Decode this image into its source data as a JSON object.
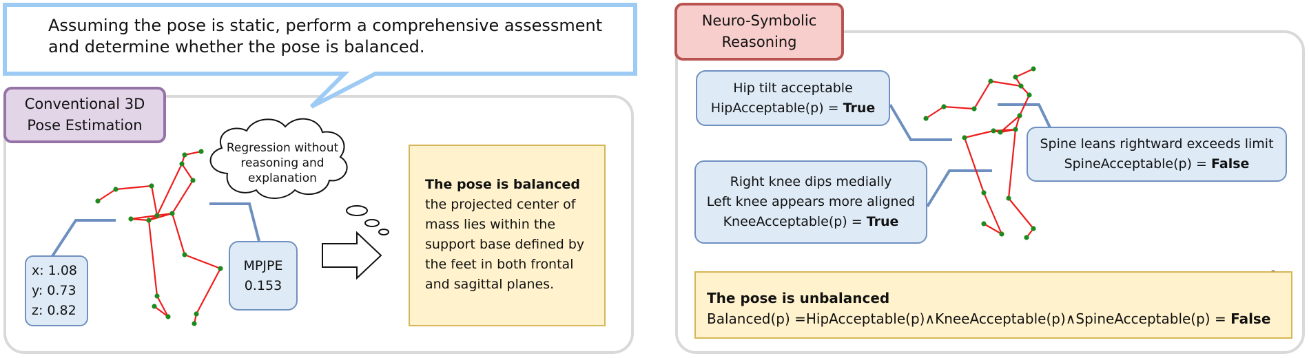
{
  "prompt": {
    "line1": "Assuming the pose is static, perform a comprehensive  assessment",
    "line2": "and determine whether the pose is balanced."
  },
  "left_panel": {
    "title_line1": "Conventional 3D",
    "title_line2": "Pose Estimation",
    "thought": {
      "line1": "Regression without",
      "line2": "reasoning and",
      "line3": "explanation"
    },
    "coords": {
      "x": "x: 1.08",
      "y": "y: 0.73",
      "z": "z: 0.82"
    },
    "metric": {
      "label": "MPJPE",
      "value": "0.153"
    },
    "verdict": {
      "title": "The pose is balanced",
      "lines": [
        "the projected center of",
        "mass lies within the",
        "support base defined by",
        "the feet in both frontal",
        "and sagittal planes."
      ]
    }
  },
  "right_panel": {
    "title_line1": "Neuro-Symbolic",
    "title_line2": "Reasoning",
    "hip": {
      "line1": "Hip tilt acceptable",
      "line2_prefix": "HipAcceptable(p) = ",
      "line2_value": "True"
    },
    "spine": {
      "line1": "Spine leans rightward exceeds limit",
      "line2_prefix": "SpineAcceptable(p) = ",
      "line2_value": "False"
    },
    "knee": {
      "line1": "Right knee dips medially",
      "line2": "Left knee appears more aligned",
      "line3_prefix": "KneeAcceptable(p) = ",
      "line3_value": "True"
    },
    "verdict": {
      "title": "The pose is unbalanced",
      "formula_prefix": "Balanced(p) =HipAcceptable(p)∧KneeAcceptable(p)∧SpineAcceptable(p) = ",
      "formula_value": "False"
    }
  },
  "colors": {
    "skeleton_bone": "#ee1c1c",
    "skeleton_joint": "#1e8a1e",
    "check": "#2eb82e",
    "cross": "#e32626",
    "connector": "#6d8fbf"
  }
}
